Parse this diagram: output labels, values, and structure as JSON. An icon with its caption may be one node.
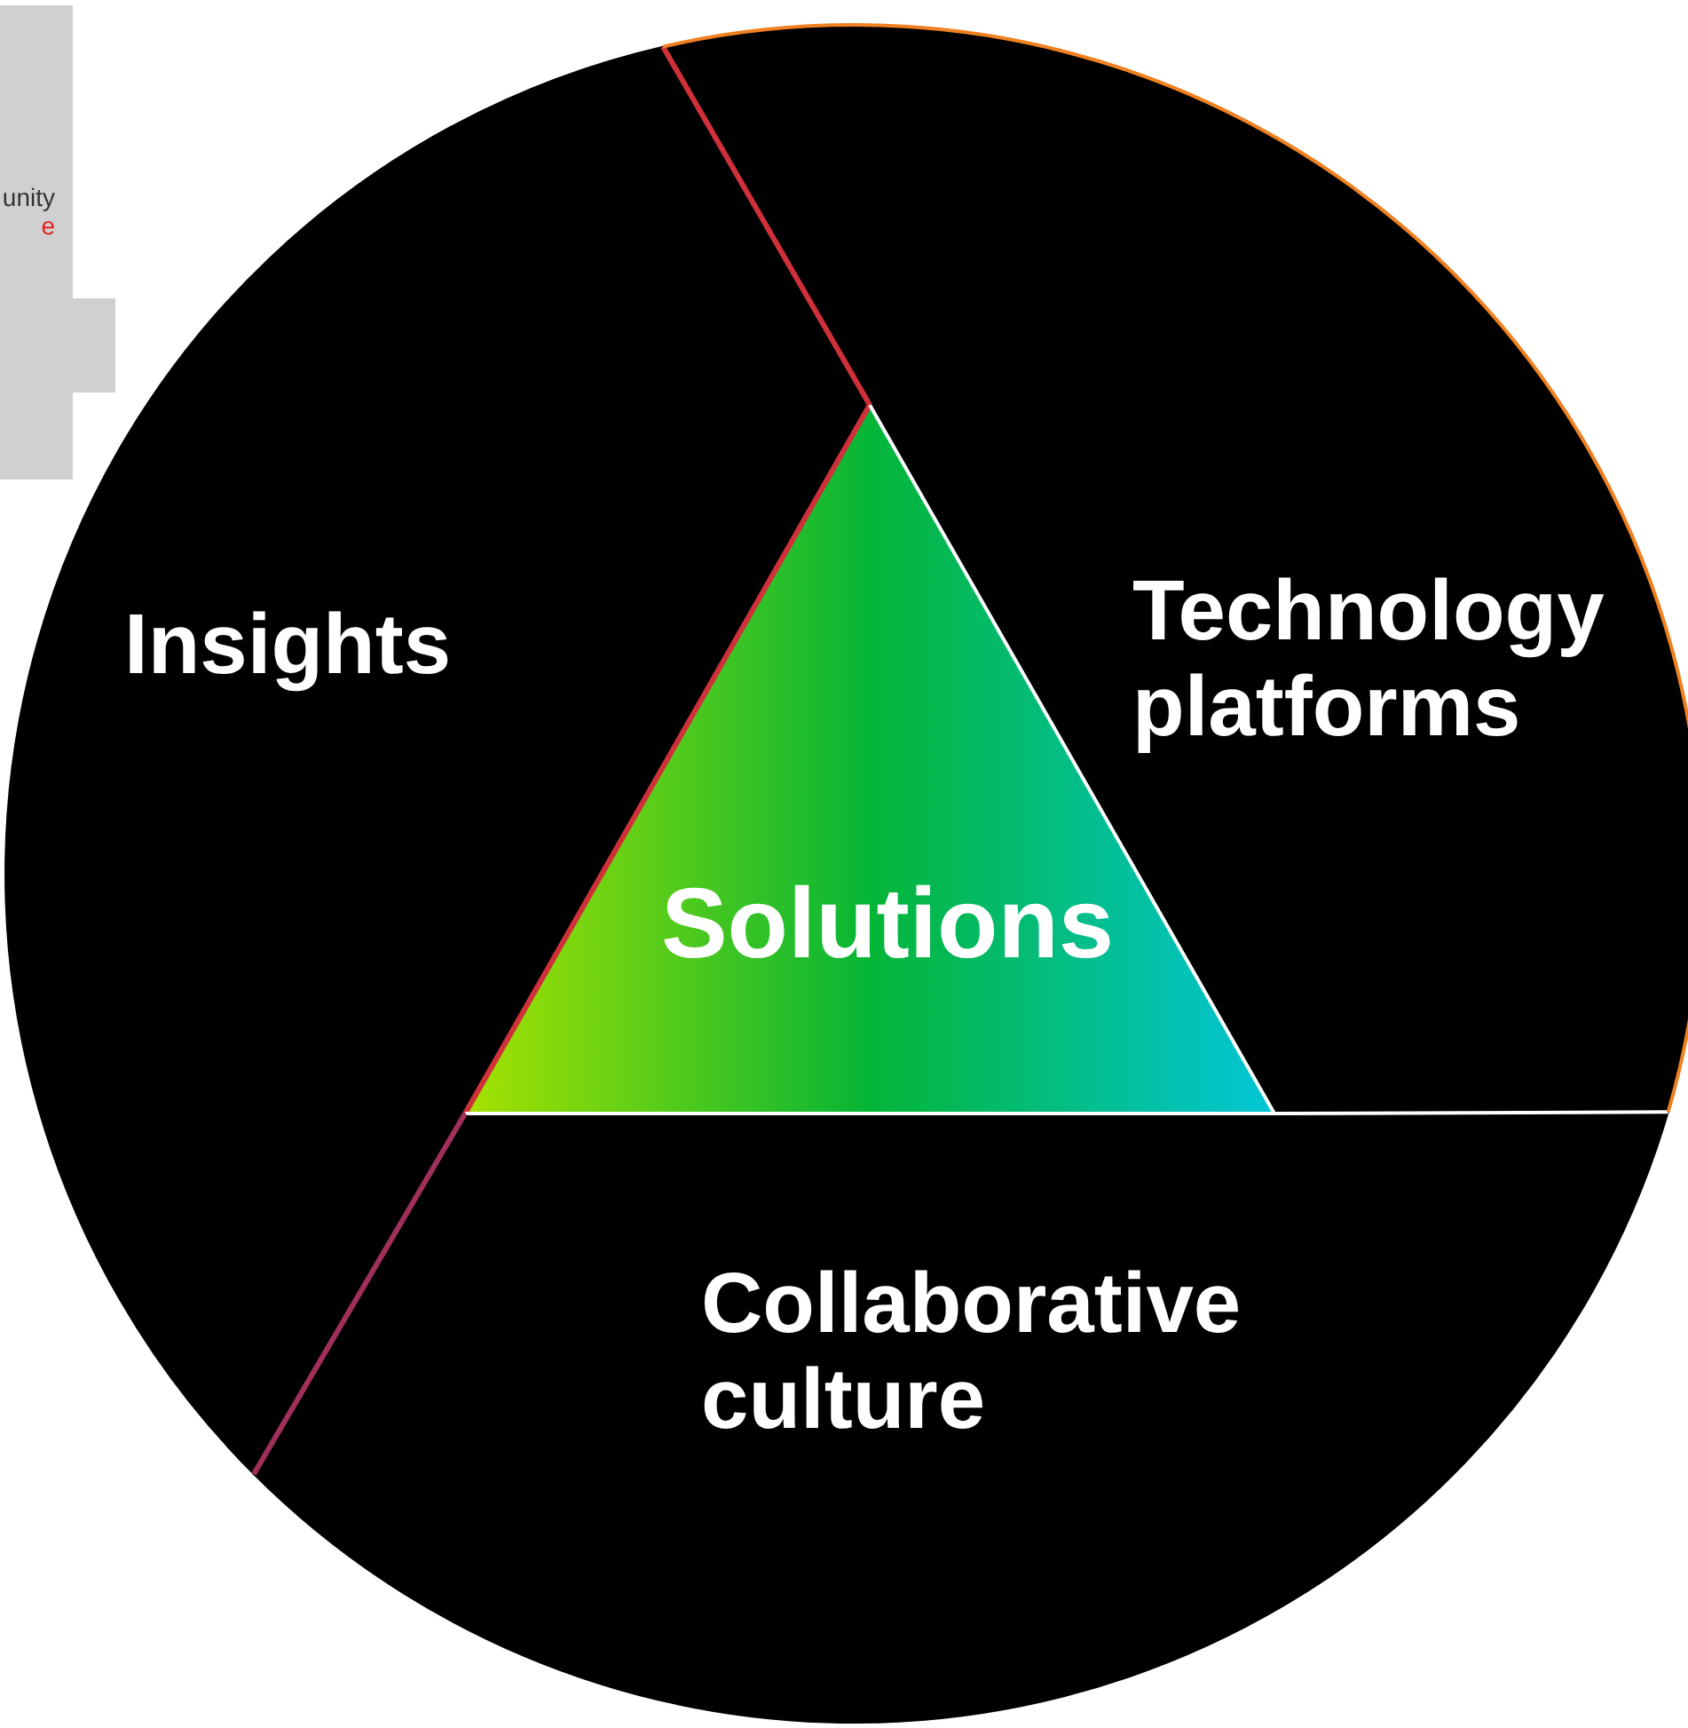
{
  "diagram": {
    "nodes": [
      {
        "text": [
          "unity",
          "e"
        ]
      },
      {
        "text": [
          "Insights"
        ]
      },
      {
        "text": [
          "Technology platforms"
        ]
      },
      {
        "text": [
          "Collaborative culture"
        ]
      },
      {
        "text": [
          "Solutions"
        ]
      }
    ]
  }
}
